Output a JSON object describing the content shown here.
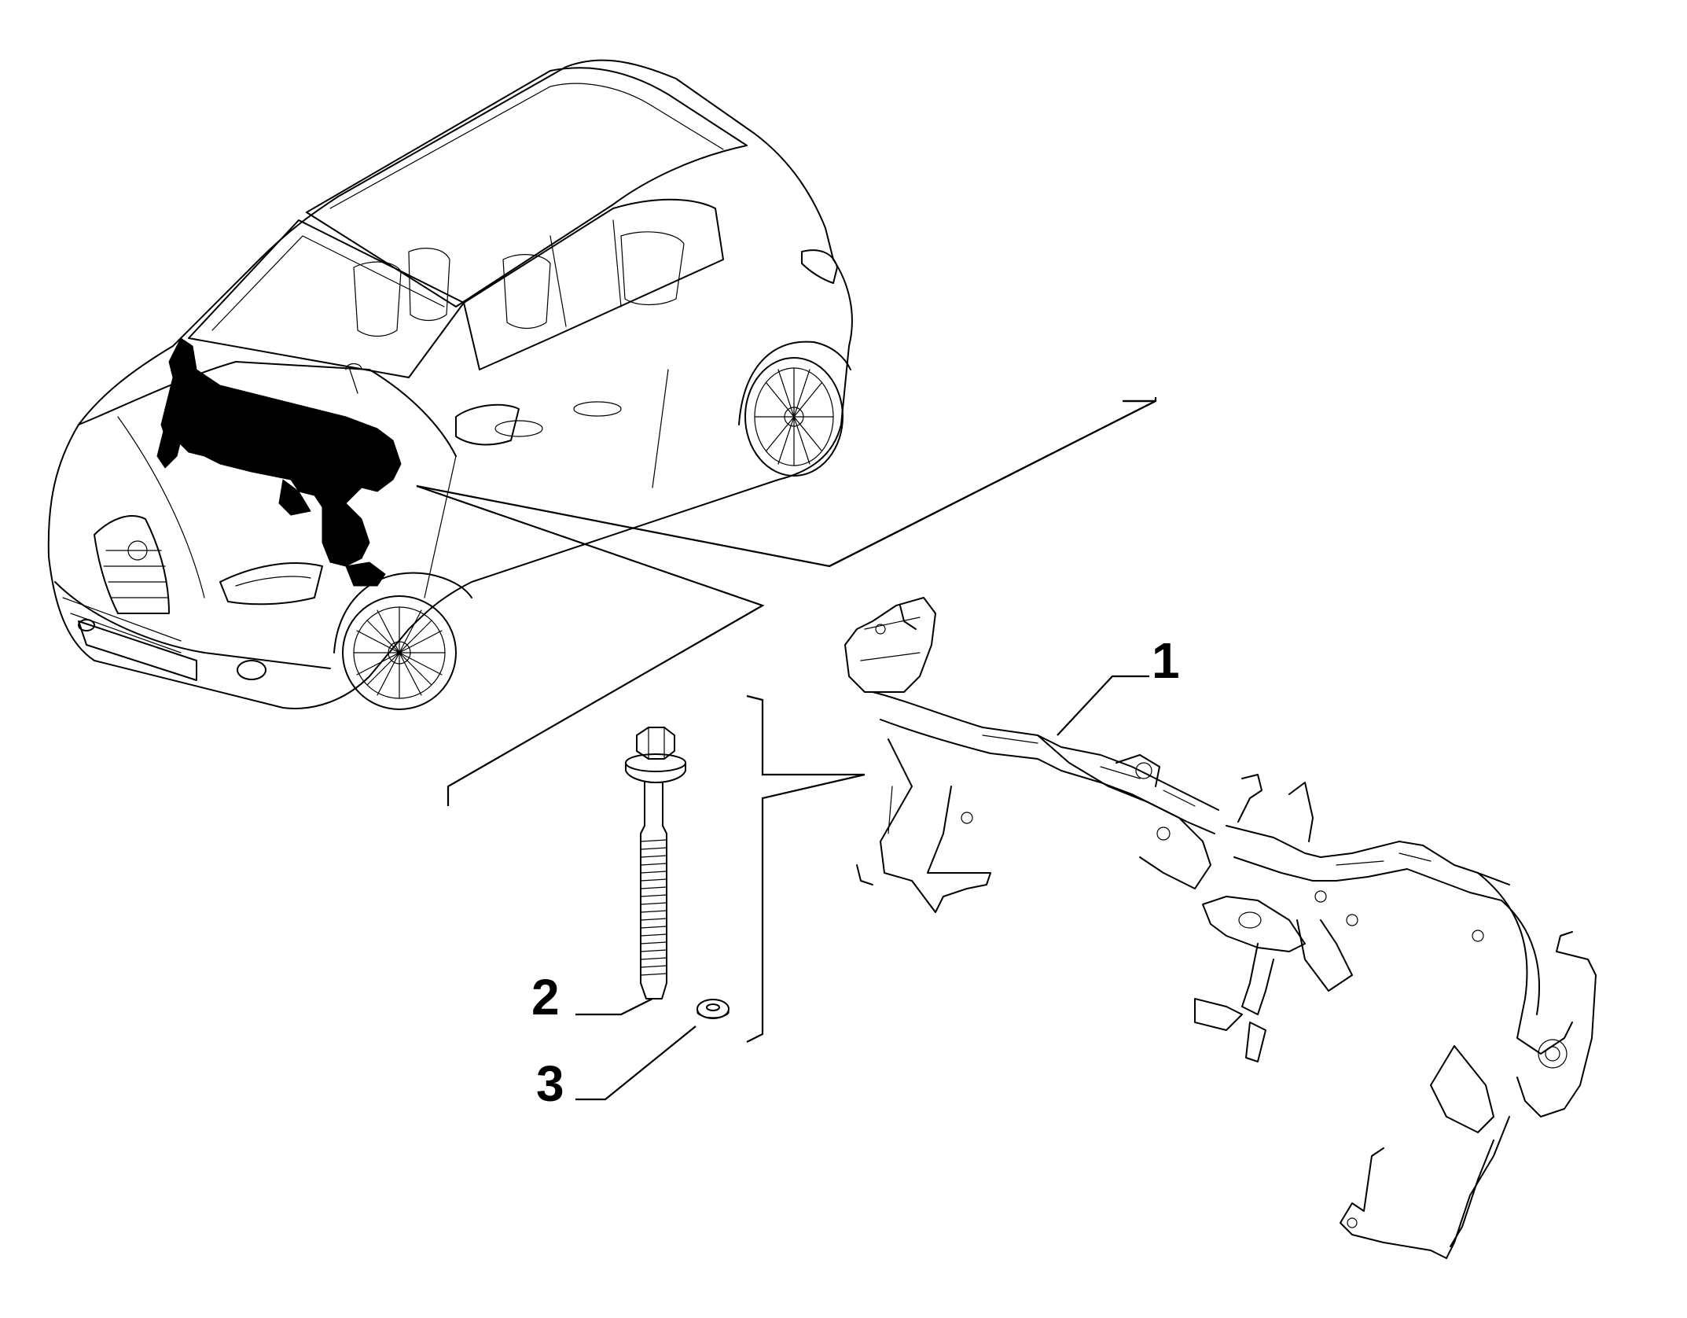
{
  "diagram": {
    "callouts": [
      {
        "id": "part-1",
        "label": "1"
      },
      {
        "id": "part-2",
        "label": "2"
      },
      {
        "id": "part-3",
        "label": "3"
      }
    ],
    "stroke_color": "#000000",
    "background_color": "#ffffff"
  }
}
